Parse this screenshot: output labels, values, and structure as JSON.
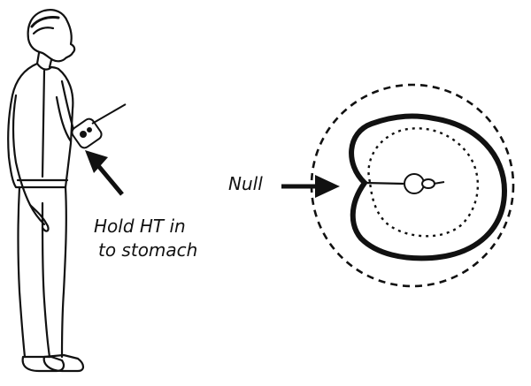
{
  "labels": {
    "hold_line_1": "Hold HT in",
    "hold_line_2": "to stomach",
    "null": "Null"
  },
  "colors": {
    "ink": "#111111",
    "background": "#ffffff"
  }
}
